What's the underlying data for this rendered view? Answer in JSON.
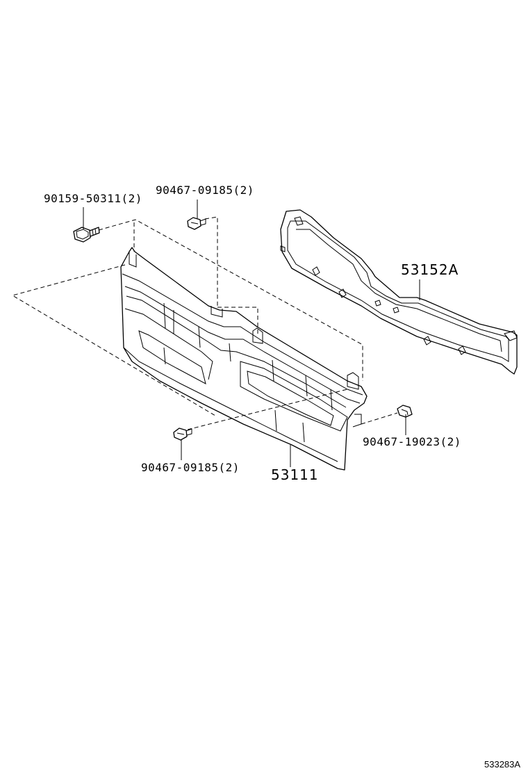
{
  "diagram": {
    "labels": {
      "bolt_top_left": "90159-50311(2)",
      "clip_top": "90467-09185(2)",
      "retainer": "53152A",
      "clip_right": "90467-19023(2)",
      "clip_bottom": "90467-09185(2)",
      "grille": "53111",
      "figure_ref": "533283A"
    }
  }
}
